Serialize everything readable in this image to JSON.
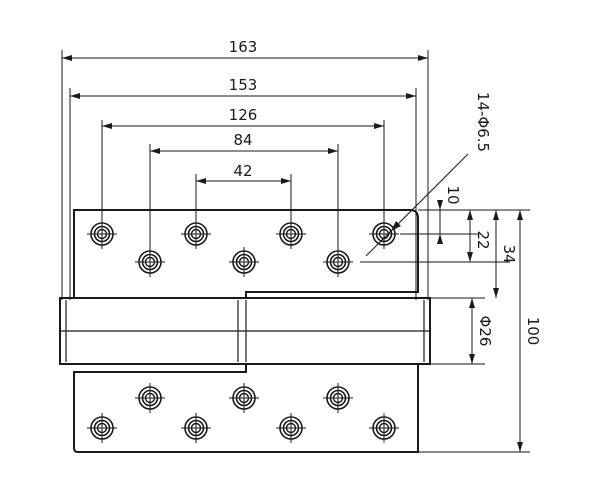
{
  "diagram": {
    "dimensions": {
      "overall_width": "163",
      "outer_hole_span": "153",
      "hole_span_126": "126",
      "hole_span_84": "84",
      "hole_span_42": "42",
      "hole_spec": "14-Φ6.5",
      "edge_to_hole_10": "10",
      "edge_to_hole_22": "22",
      "leaf_height_34": "34",
      "knuckle_diameter": "Φ26",
      "total_height": "100"
    },
    "hole_count": 14
  }
}
